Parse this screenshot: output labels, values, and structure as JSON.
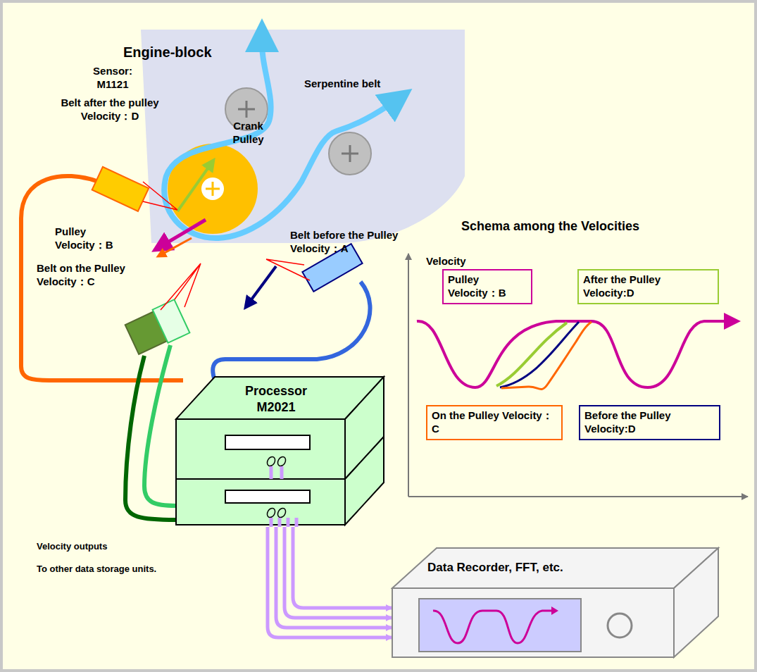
{
  "diagram": {
    "nodes": [
      {
        "text": [
          "Engine-block"
        ]
      },
      {
        "text": [
          "Pulley Velocity：B"
        ]
      },
      {
        "text": [
          "After the Pulley Velocity:D"
        ]
      },
      {
        "text": [
          "Processor M2021"
        ]
      },
      {
        "text": [
          "On the Pulley Velocity：C"
        ]
      },
      {
        "text": [
          "Before the Pulley Velocity:D"
        ]
      },
      {
        "text": [
          "Data Recorder, FFT, etc."
        ]
      }
    ],
    "edges": [
      {
        "from": 3,
        "to": 6,
        "arrow": "to"
      },
      {
        "from": 3,
        "to": 6,
        "arrow": "to"
      },
      {
        "from": 3,
        "to": 6,
        "arrow": "to"
      },
      {
        "from": 3,
        "to": 6,
        "arrow": "to"
      }
    ],
    "labels": [
      "Sensor: M1121",
      "Belt after the pulley Velocity：D",
      "Serpentine belt",
      "Crank Pulley",
      "Belt before the Pulley Velocity：A",
      "Pulley Velocity：B",
      "Belt on the Pulley Velocity：C",
      "Schema among the Velocities",
      "Velocity",
      "Velocity outputs",
      "To other data storage units."
    ]
  }
}
